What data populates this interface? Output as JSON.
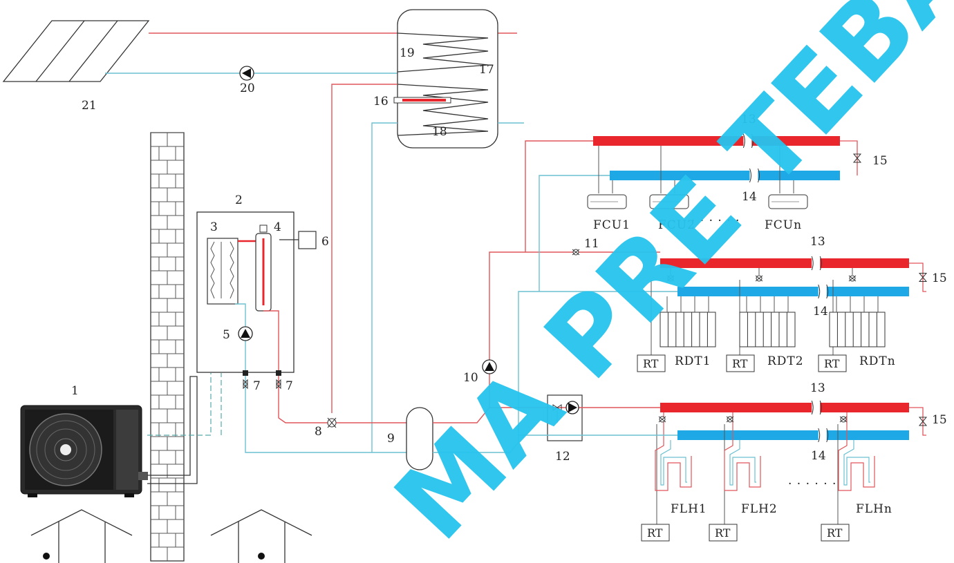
{
  "labels": {
    "n1": "1",
    "n2": "2",
    "n3": "3",
    "n4": "4",
    "n5": "5",
    "n6": "6",
    "n7a": "7",
    "n7b": "7",
    "n8": "8",
    "n9": "9",
    "n10": "10",
    "n11": "11",
    "n12": "12",
    "n13a": "13",
    "n13b": "13",
    "n13c": "13",
    "n14a": "14",
    "n14b": "14",
    "n14c": "14",
    "n15a": "15",
    "n15b": "15",
    "n15c": "15",
    "n16": "16",
    "n17": "17",
    "n18": "18",
    "n19": "19",
    "n20": "20",
    "n21": "21"
  },
  "fancoils": [
    "FCU1",
    "FCU2",
    "FCUn"
  ],
  "radiators": [
    "RDT1",
    "RDT2",
    "RDTn"
  ],
  "floor_loops": [
    "FLH1",
    "FLH2",
    "FLHn"
  ],
  "thermostat": [
    "RT",
    "RT",
    "RT",
    "RT",
    "RT",
    "RT"
  ],
  "ellipsis": {
    "fcu": "· · · · · ·",
    "flh": "· · · · · ·"
  },
  "watermark": {
    "text": "MA PRE TEBA.S",
    "color_red": "#ee5d6a",
    "color_cyan": "#27c4ee"
  },
  "colors": {
    "hot_pipe": "#e0555a",
    "cold_pipe": "#6cc0d2",
    "hot_header": "#e8262b",
    "cold_header": "#1fa8e6"
  }
}
